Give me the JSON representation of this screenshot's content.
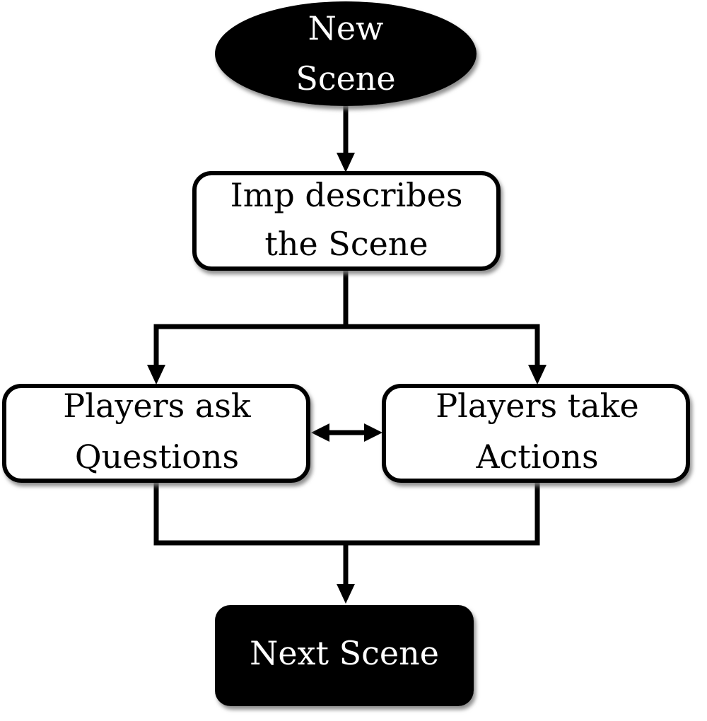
{
  "nodes": {
    "start": {
      "lines": [
        "New",
        "Scene"
      ]
    },
    "describe": {
      "lines": [
        "Imp describes",
        "the Scene"
      ]
    },
    "ask": {
      "lines": [
        "Players ask",
        "Questions"
      ]
    },
    "act": {
      "lines": [
        "Players take",
        "Actions"
      ]
    },
    "next": {
      "lines": [
        "Next Scene"
      ]
    }
  },
  "colors": {
    "terminal_fill": "#000000",
    "process_fill": "#ffffff",
    "stroke": "#000000",
    "shadow": "#9a9a9a"
  }
}
